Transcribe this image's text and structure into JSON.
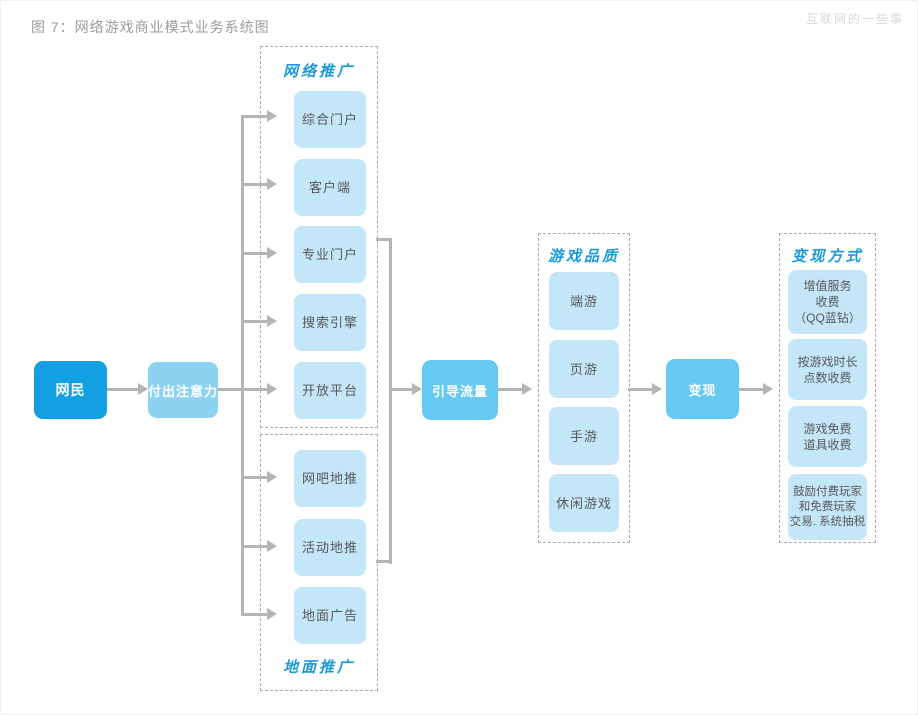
{
  "page": {
    "title": "图 7：网络游戏商业模式业务系统图",
    "watermark": "互联网的一些事"
  },
  "colors": {
    "node_primary": "#12A0E2",
    "node_secondary": "#8DD3F1",
    "node_mid": "#66C9F2",
    "box_light": "#C3E6F8",
    "group_label_blue": "#1B9AD6",
    "line_gray": "#B5B5B5",
    "title_gray": "#9B9B9B",
    "watermark_gray": "#D9D9D9",
    "box_text": "#585858"
  },
  "nodes": {
    "netizen": "网民",
    "attention": "付出注意力",
    "traffic": "引导流量",
    "monetize": "变现"
  },
  "groups": [
    {
      "label": "网络推广",
      "items": [
        "综合门户",
        "客户端",
        "专业门户",
        "搜索引擎",
        "开放平台"
      ]
    },
    {
      "label": "地面推广",
      "items": [
        "网吧地推",
        "活动地推",
        "地面广告"
      ]
    },
    {
      "label": "游戏品质",
      "items": [
        "端游",
        "页游",
        "手游",
        "休闲游戏"
      ]
    },
    {
      "label": "变现方式",
      "items": [
        "增值服务\n收费\n（QQ蓝钻）",
        "按游戏时长\n点数收费",
        "游戏免费\n道具收费",
        "鼓励付费玩家\n和免费玩家\n交易. 系统抽税"
      ]
    }
  ]
}
